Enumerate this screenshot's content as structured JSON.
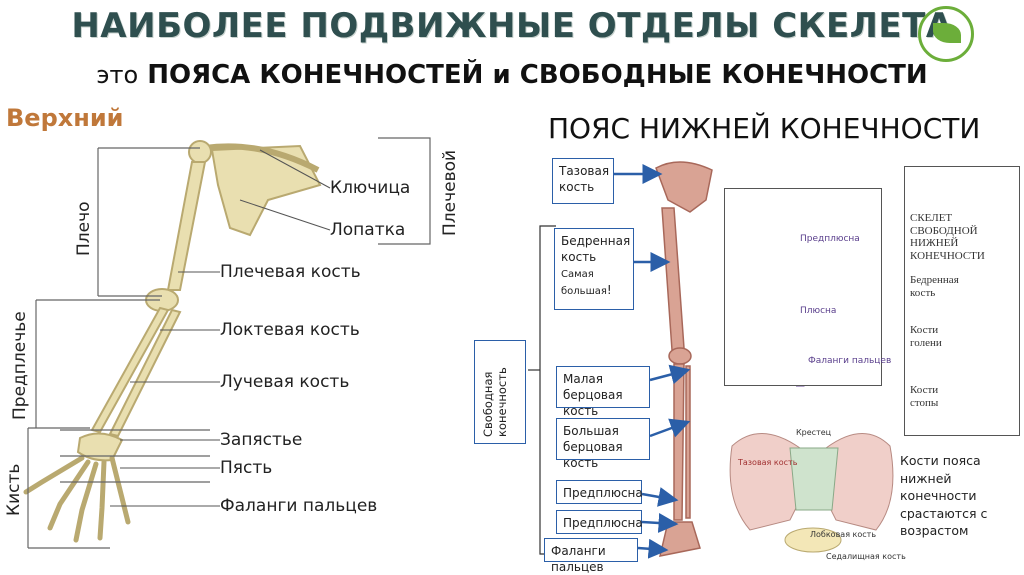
{
  "title": "НАИБОЛЕЕ ПОДВИЖНЫЕ ОТДЕЛЫ СКЕЛЕТА",
  "subtitle_pre": "это",
  "subtitle_main": "ПОЯСА КОНЕЧНОСТЕЙ и СВОБОДНЫЕ КОНЕЧНОСТИ",
  "upper": {
    "title": "Верхний",
    "side_labels": {
      "shoulder": "Плечо",
      "forearm": "Предплечье",
      "hand": "Кисть",
      "girdle": "Плечевой"
    },
    "labels": [
      "Ключица",
      "Лопатка",
      "Плечевая кость",
      "Локтевая кость",
      "Лучевая кость",
      "Запястье",
      "Пясть",
      "Фаланги пальцев"
    ]
  },
  "lower": {
    "title": "ПОЯС НИЖНЕЙ КОНЕЧНОСТИ",
    "free_limb": "Свободная конечность",
    "boxes": {
      "pelvic": "Тазовая кость",
      "femur": "Бедренная кость",
      "femur_note": "Самая большая",
      "femur_mark": "!",
      "fibula": "Малая берцовая кость",
      "tibia": "Большая берцовая кость",
      "tarsus1": "Предплюсна",
      "tarsus2": "Предплюсна",
      "phalanges": "Фаланги пальцев"
    },
    "foot": {
      "tarsus": "Предплюсна",
      "metatarsus": "Плюсна",
      "phalanges": "Фаланги пальцев"
    },
    "leg_panel": {
      "title": "СКЕЛЕТ СВОБОДНОЙ НИЖНЕЙ КОНЕЧНОСТИ",
      "femur": "Бедренная кость",
      "shin": "Кости голени",
      "foot": "Кости стопы"
    },
    "pelvis": {
      "sacrum": "Крестец",
      "pelvic": "Тазовая кость",
      "pubic": "Лобковая кость",
      "ischial": "Седалищная кость"
    },
    "note": "Кости пояса нижней конечности срастаются с возрастом"
  },
  "colors": {
    "title": "#2f4f4f",
    "upper_title": "#c0783a",
    "box_border": "#2b5fa8",
    "arrow": "#2b5fa8",
    "bone": "#e9dfb0",
    "bone_stroke": "#b9a970",
    "leg_bone": "#d9a394",
    "leaf": "#6cae3a"
  },
  "icons": {
    "logo": "leaf-logo-icon"
  }
}
